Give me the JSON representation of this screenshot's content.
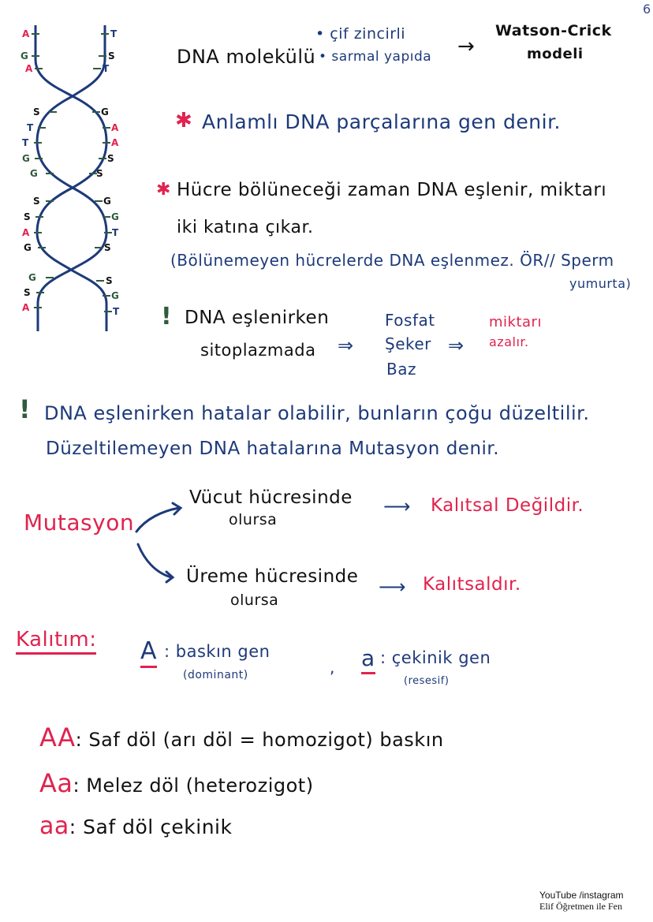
{
  "page_number": "6",
  "helix": {
    "left_labels": [
      "A",
      "G",
      "A",
      "S",
      "T",
      "T",
      "G",
      "G",
      "S",
      "S",
      "A",
      "G",
      "G",
      "S",
      "A"
    ],
    "right_labels": [
      "T",
      "S",
      "T",
      "G",
      "A",
      "A",
      "S",
      "S",
      "G",
      "G",
      "T",
      "S",
      "S",
      "G",
      "T"
    ],
    "colors": {
      "strand": "#1d3a7a",
      "A": "#e0234e",
      "T": "#1d3a7a",
      "G": "#2f5b3e",
      "S": "#111111"
    }
  },
  "dna_intro": {
    "title": "DNA molekülü",
    "bullet1": "• çif zincirli",
    "bullet2": "• sarmal yapıda",
    "arrow": "→",
    "model_line1": "Watson-Crick",
    "model_line2": "modeli"
  },
  "gene_note": {
    "marker": "✱",
    "text": "Anlamlı DNA parçalarına gen denir."
  },
  "division_note": {
    "marker": "✱",
    "line1": "Hücre bölüneceği zaman DNA eşlenir, miktarı",
    "line2": "iki katına çıkar.",
    "paren_line1": "(Bölünemeyen hücrelerde DNA eşlenmez. ÖR// Sperm",
    "paren_line2": "yumurta)"
  },
  "replication_note": {
    "marker": "!",
    "line1": "DNA eşlenirken",
    "line2": "sitoplazmada",
    "arrow1": "⇒",
    "items": [
      "Fosfat",
      "Şeker",
      "Baz"
    ],
    "arrow2": "⇒",
    "result_line1": "miktarı",
    "result_line2": "azalır."
  },
  "error_note": {
    "marker": "!",
    "line1": "DNA eşlenirken hatalar olabilir, bunların çoğu düzeltilir.",
    "line2": "Düzeltilemeyen DNA hatalarına Mutasyon denir."
  },
  "mutation": {
    "root": "Mutasyon",
    "branch1_line1": "Vücut hücresinde",
    "branch1_line2": "olursa",
    "branch1_result": "Kalıtsal Değildir.",
    "branch2_line1": "Üreme hücresinde",
    "branch2_line2": "olursa",
    "branch2_result": "Kalıtsaldır.",
    "arrow": "⟶"
  },
  "inheritance": {
    "title": "Kalıtım:",
    "dominant_symbol": "A",
    "dominant_label": ": baskın gen",
    "dominant_sub": "(dominant)",
    "separator": ",",
    "recessive_symbol": "a",
    "recessive_label": ": çekinik gen",
    "recessive_sub": "(resesif)"
  },
  "genotypes": [
    {
      "symbol": "AA",
      "text": ": Saf döl (arı döl = homozigot) baskın"
    },
    {
      "symbol": "Aa",
      "text": ": Melez döl (heterozigot)"
    },
    {
      "symbol": "aa",
      "text": ": Saf döl çekinik"
    }
  ],
  "footer": {
    "line1": "YouTube /instagram",
    "line2": "Elif Öğretmen ile Fen"
  }
}
